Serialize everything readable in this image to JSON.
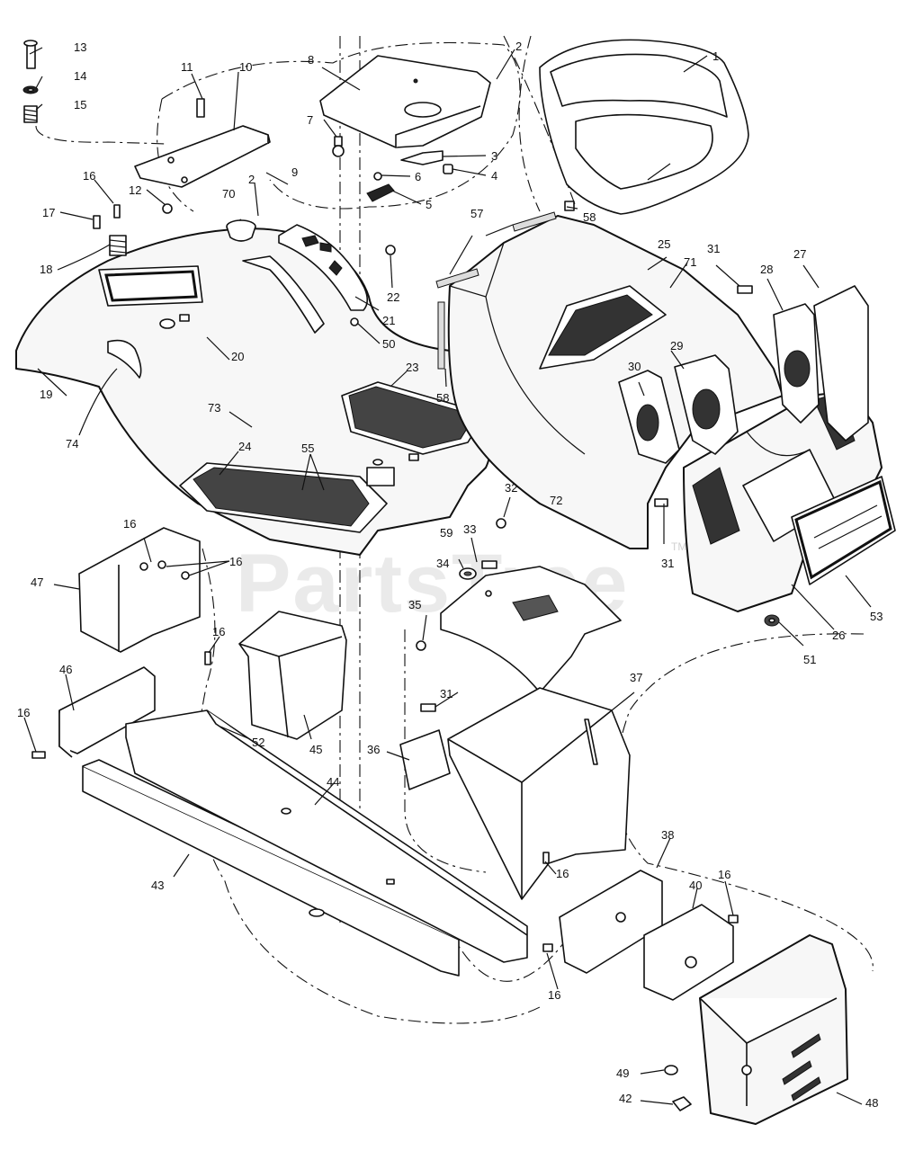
{
  "watermark": {
    "text": "PartsTree",
    "trademark": "TM"
  },
  "callouts": {
    "c1": "1",
    "c2a": "2",
    "c2b": "2",
    "c3": "3",
    "c4": "4",
    "c5": "5",
    "c6": "6",
    "c7": "7",
    "c8": "8",
    "c9": "9",
    "c10": "10",
    "c11": "11",
    "c12": "12",
    "c13": "13",
    "c14": "14",
    "c15": "15",
    "c16a": "16",
    "c16b": "16",
    "c16c": "16",
    "c16d": "16",
    "c16e": "16",
    "c16f": "16",
    "c16g": "16",
    "c16h": "16",
    "c17": "17",
    "c18": "18",
    "c19": "19",
    "c20": "20",
    "c21": "21",
    "c22": "22",
    "c23": "23",
    "c24": "24",
    "c25": "25",
    "c26": "26",
    "c27": "27",
    "c28": "28",
    "c29": "29",
    "c30": "30",
    "c31a": "31",
    "c31b": "31",
    "c31c": "31",
    "c32": "32",
    "c33": "33",
    "c34": "34",
    "c35": "35",
    "c36": "36",
    "c37": "37",
    "c38": "38",
    "c40": "40",
    "c42": "42",
    "c43": "43",
    "c44": "44",
    "c45": "45",
    "c46": "46",
    "c47": "47",
    "c48": "48",
    "c49": "49",
    "c50": "50",
    "c51": "51",
    "c52": "52",
    "c53": "53",
    "c55": "55",
    "c57": "57",
    "c58a": "58",
    "c58b": "58",
    "c59": "59",
    "c70": "70",
    "c71": "71",
    "c72": "72",
    "c73": "73",
    "c74": "74"
  }
}
